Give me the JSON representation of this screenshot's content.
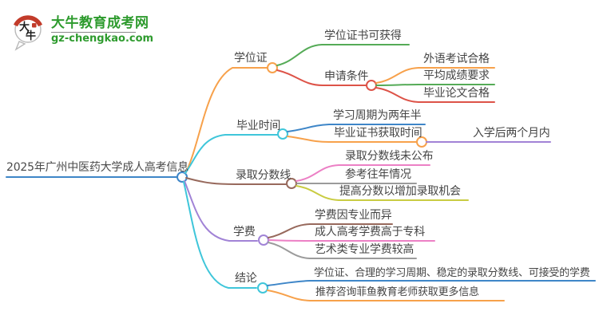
{
  "logo": {
    "site_name": "大牛教育成考网",
    "domain": "gz-chengkao.com",
    "icon_char_top": "大",
    "icon_char_bottom": "牛",
    "brand_color": "#2e9b2e",
    "seal_color": "#c23b2a"
  },
  "mindmap": {
    "root": {
      "label": "2025年广州中医药大学成人高考信息",
      "color": "#3e86c8"
    },
    "branches": [
      {
        "label": "学位证",
        "color": "#f7a14b",
        "children": [
          {
            "label": "学位证书可获得",
            "color": "#55ab57"
          },
          {
            "label": "申请条件",
            "color": "#dd5348",
            "children": [
              {
                "label": "外语考试合格",
                "color": "#f7a14b"
              },
              {
                "label": "平均成绩要求",
                "color": "#55ab57"
              },
              {
                "label": "毕业论文合格",
                "color": "#dd5348"
              }
            ]
          }
        ]
      },
      {
        "label": "毕业时间",
        "color": "#3fc6da",
        "children": [
          {
            "label": "学习周期为两年半",
            "color": "#3e86c8"
          },
          {
            "label": "毕业证书获取时间",
            "color": "#f7a14b",
            "children": [
              {
                "label": "入学后两个月内",
                "color": "#a183d6"
              }
            ]
          }
        ]
      },
      {
        "label": "录取分数线",
        "color": "#97695c",
        "children": [
          {
            "label": "录取分数线未公布",
            "color": "#ec80c5"
          },
          {
            "label": "参考往年情况",
            "color": "#9b9b9b"
          },
          {
            "label": "提高分数以增加录取机会",
            "color": "#c9cc42"
          }
        ]
      },
      {
        "label": "学费",
        "color": "#a183d6",
        "children": [
          {
            "label": "学费因专业而异",
            "color": "#97695c"
          },
          {
            "label": "成人高考学费高于专科",
            "color": "#ec80c5"
          },
          {
            "label": "艺术类专业学费较高",
            "color": "#9b9b9b"
          }
        ]
      },
      {
        "label": "结论",
        "color": "#3fc6da",
        "children": [
          {
            "label": "学位证、合理的学习周期、稳定的录取分数线、可接受的学费",
            "color": "#3e86c8"
          },
          {
            "label": "推荐咨询菲鱼教育老师获取更多信息",
            "color": "#f7a14b"
          }
        ]
      }
    ]
  }
}
